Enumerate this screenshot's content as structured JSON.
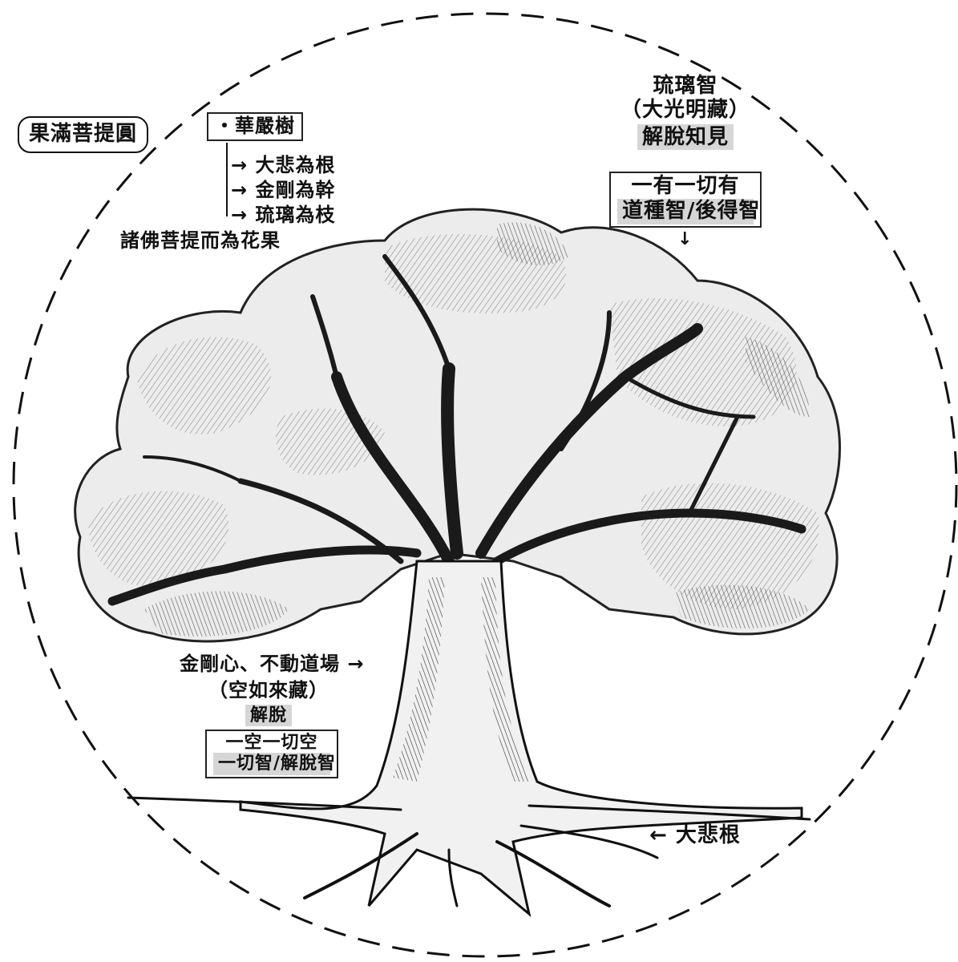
{
  "title_pill": "果滿菩提圓",
  "tree_head": "・華嚴樹",
  "tree_parts": [
    "大悲為根",
    "金剛為幹",
    "琉璃為枝"
  ],
  "fruit_line": "諸佛菩提而為花果",
  "right_top": {
    "line1": "琉璃智",
    "line2": "（大光明藏）",
    "line3": "解脫知見",
    "box_line1": "一有一切有",
    "box_line2": "道種智/後得智"
  },
  "trunk_label": {
    "line1": "金剛心、不動道場",
    "arrow": "→",
    "line2": "（空如來藏）",
    "line3": "解脫",
    "box_line1": "一空一切空",
    "box_line2": "一切智/解脫智"
  },
  "root_label": {
    "arrow": "←",
    "text": "大悲根"
  },
  "colors": {
    "ink": "#111111",
    "shade": "#d6d6d6",
    "canopy": "#e9e9e9"
  }
}
